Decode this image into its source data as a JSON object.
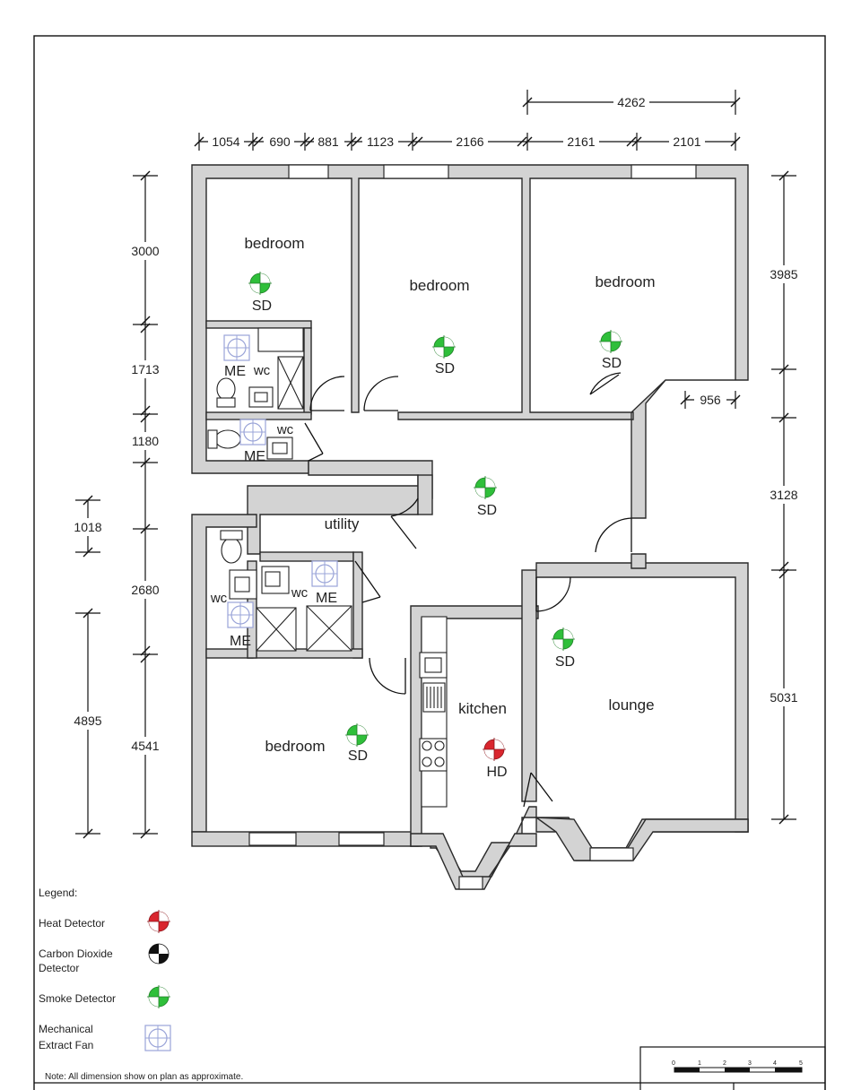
{
  "rooms": {
    "bedroom_nw": "bedroom",
    "bedroom_n": "bedroom",
    "bedroom_ne": "bedroom",
    "bedroom_sw": "bedroom",
    "utility": "utility",
    "kitchen": "kitchen",
    "lounge": "lounge",
    "wc_1": "wc",
    "wc_2": "wc",
    "wc_3": "wc",
    "wc_4": "wc"
  },
  "symbols": {
    "smoke": "SD",
    "heat": "HD",
    "extract": "ME"
  },
  "dimensions": {
    "top_overall": "4262",
    "top": [
      "1054",
      "690",
      "881",
      "1123",
      "2166",
      "2161",
      "2101"
    ],
    "left_outer": [
      "1018",
      "4895"
    ],
    "left_inner": [
      "3000",
      "1713",
      "1180",
      "2680",
      "4541"
    ],
    "right": [
      "3985",
      "3128",
      "5031"
    ],
    "bay": "956"
  },
  "legend": {
    "title": "Legend:",
    "heat_detector": "Heat Detector",
    "co2_line1": "Carbon Dioxide",
    "co2_line2": "Detector",
    "smoke_detector": "Smoke Detector",
    "fan_line1": "Mechanical",
    "fan_line2": "Extract Fan"
  },
  "note": "Note: All dimension show on plan as approximate.",
  "scale_bar": {
    "ticks": [
      "0",
      "1",
      "2",
      "3",
      "4",
      "5"
    ]
  },
  "colors": {
    "wall_fill": "#d3d3d3",
    "wall_stroke": "#2a2a2a",
    "smoke_detector": "#2fbf3a",
    "heat_detector": "#d9262e",
    "extract_fan": "#9aa4d8"
  }
}
